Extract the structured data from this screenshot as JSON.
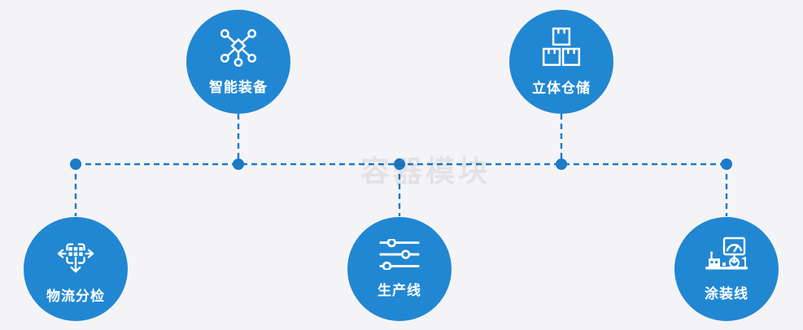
{
  "watermark": "容器模块",
  "colors": {
    "background": "#f4f4f6",
    "node_fill": "#2187d2",
    "connector": "#1d7ac8",
    "label_text": "#ffffff",
    "watermark_text": "rgba(0,0,0,0.07)"
  },
  "nodes": [
    {
      "label": "智能装备",
      "icon": "network-nodes-icon",
      "position": "top-left"
    },
    {
      "label": "立体仓储",
      "icon": "stacked-boxes-icon",
      "position": "top-right"
    },
    {
      "label": "物流分检",
      "icon": "sorting-arrows-icon",
      "position": "bottom-left"
    },
    {
      "label": "生产线",
      "icon": "sliders-icon",
      "position": "bottom-middle"
    },
    {
      "label": "涂装线",
      "icon": "painting-machine-icon",
      "position": "bottom-right"
    }
  ]
}
